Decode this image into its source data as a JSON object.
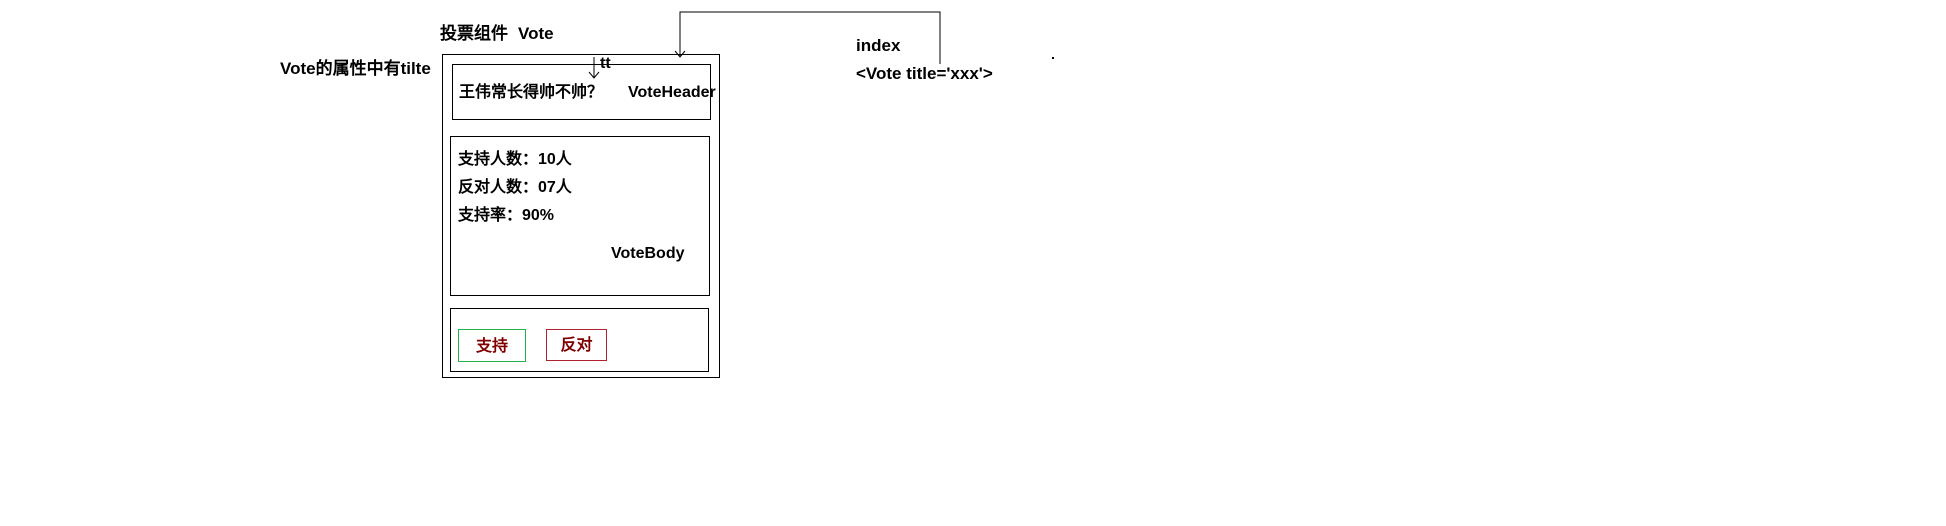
{
  "labels": {
    "component_name": "投票组件",
    "vote": "Vote",
    "vote_props": "Vote的属性中有tilte",
    "tt": "tt",
    "index": "index",
    "vote_tag": "<Vote title='xxx'>"
  },
  "header": {
    "question": "王伟常长得帅不帅？",
    "name": "VoteHeader"
  },
  "body": {
    "support_count": "支持人数：10人",
    "oppose_count": "反对人数：07人",
    "support_rate": "支持率：90%",
    "name": "VoteBody"
  },
  "footer": {
    "support_label": "支持",
    "oppose_label": "反对"
  },
  "colors": {
    "support_border": "#22b14c",
    "oppose_border": "#b0202e",
    "button_text": "#800000"
  }
}
